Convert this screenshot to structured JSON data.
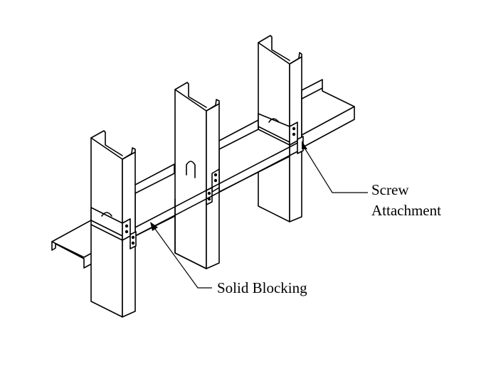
{
  "figure": {
    "description": "Isometric line drawing of three cold-formed steel studs connected by a continuous solid blocking track with screw attachments at each stud",
    "line_color": "#000000",
    "background_color": "#ffffff"
  },
  "callouts": [
    {
      "id": "screw-attachment",
      "lines": [
        "Screw",
        "Attachment"
      ]
    },
    {
      "id": "solid-blocking",
      "lines": [
        "Solid Blocking"
      ]
    }
  ],
  "components": {
    "studs": 3,
    "clip_angles": 3,
    "blocking_track": 1
  }
}
